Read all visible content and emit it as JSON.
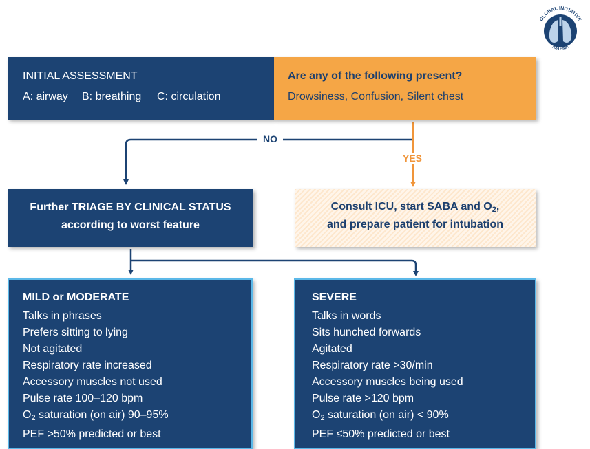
{
  "logo": {
    "text_top": "GLOBAL INITIATIVE",
    "text_bottom": "ASTHMA"
  },
  "initial": {
    "title": "INITIAL ASSESSMENT",
    "a": "A: airway",
    "b": "B: breathing",
    "c": "C: circulation"
  },
  "question": {
    "title": "Are any of the following present?",
    "items": "Drowsiness, Confusion, Silent chest"
  },
  "labels": {
    "no": "NO",
    "yes": "YES"
  },
  "triage": {
    "line1": "Further TRIAGE BY CLINICAL STATUS",
    "line2": "according to worst feature"
  },
  "icu": {
    "line1_pre": "Consult ICU, start SABA and O",
    "line1_sub": "2",
    "line1_post": ",",
    "line2": "and prepare patient for intubation"
  },
  "mild": {
    "title": "MILD or MODERATE",
    "items": [
      "Talks in phrases",
      "Prefers sitting to lying",
      "Not agitated",
      "Respiratory rate increased",
      "Accessory muscles not used",
      "Pulse rate 100–120 bpm"
    ],
    "o2_pre": "O",
    "o2_sub": "2",
    "o2_post": " saturation (on air) 90–95%",
    "pef": "PEF >50% predicted or best"
  },
  "severe": {
    "title": "SEVERE",
    "items": [
      "Talks in words",
      "Sits hunched forwards",
      "Agitated",
      "Respiratory rate >30/min",
      "Accessory muscles being used",
      "Pulse rate >120 bpm"
    ],
    "o2_pre": "O",
    "o2_sub": "2",
    "o2_post": " saturation (on air) < 90%",
    "pef": "PEF ≤50% predicted or best"
  },
  "colors": {
    "navy": "#1c4373",
    "orange": "#f5a646",
    "line_navy": "#1c4373",
    "line_orange": "#f0953a"
  }
}
